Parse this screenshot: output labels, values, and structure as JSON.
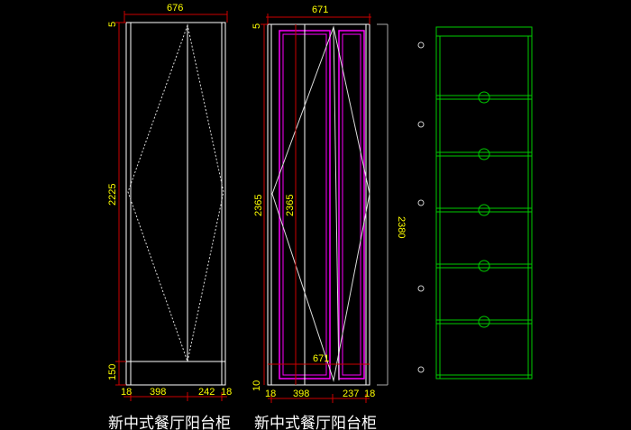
{
  "colors": {
    "background": "#000000",
    "outline": "#ffffff",
    "dimension": "#cc0000",
    "dimension_text": "#ffff00",
    "panel": "#ff00ff",
    "shelf": "#00cc00"
  },
  "left_drawing": {
    "width": "676",
    "top_gap": "5",
    "height": "2225",
    "base": "150",
    "bottom_dims": [
      "18",
      "398",
      "242",
      "18"
    ],
    "caption": "新中式餐厅阳台柜"
  },
  "middle_drawing": {
    "width": "671",
    "top_gap": "5",
    "height_left": "2365",
    "height_inner": "2365",
    "height_right": "2380",
    "inner_width": "671",
    "base": "10",
    "bottom_dims": [
      "18",
      "398",
      "237",
      "18"
    ],
    "caption": "新中式餐厅阳台柜"
  }
}
